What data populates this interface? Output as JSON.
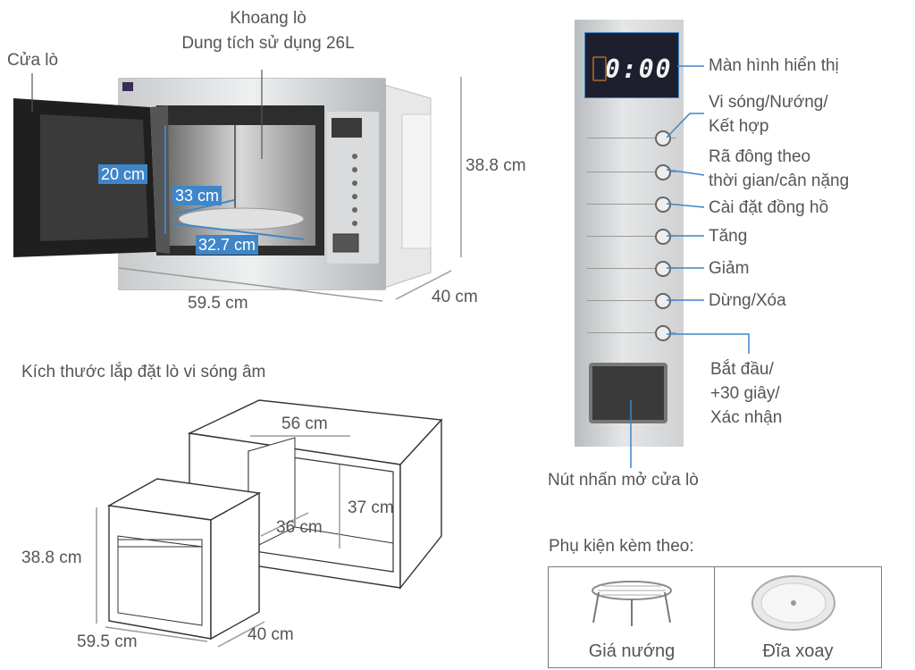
{
  "top": {
    "door_label": "Cửa lò",
    "cavity_title": "Khoang lò",
    "cavity_capacity": "Dung tích sử dụng 26L",
    "dim_height": "38.8 cm",
    "dim_width": "59.5 cm",
    "dim_depth": "40 cm",
    "inner_height": "20 cm",
    "inner_depth": "33 cm",
    "inner_width": "32.7 cm"
  },
  "install": {
    "title": "Kích thước lắp đặt lò vi sóng âm",
    "cab_width": "56 cm",
    "cab_height": "37 cm",
    "cab_depth": "36 cm",
    "oven_height": "38.8 cm",
    "oven_width": "59.5 cm",
    "oven_depth": "40 cm"
  },
  "panel": {
    "display": "0:00",
    "labels": {
      "display": "Màn hình hiển thị",
      "micro_1": "Vi sóng/Nướng/",
      "micro_2": "Kết hợp",
      "defrost_1": "Rã đông theo",
      "defrost_2": "thời gian/cân nặng",
      "clock": "Cài đặt đồng hồ",
      "up": "Tăng",
      "down": "Giảm",
      "stop": "Dừng/Xóa",
      "start_1": "Bắt đầu/",
      "start_2": "+30 giây/",
      "start_3": "Xác nhận",
      "door_button": "Nút nhấn mở cửa lò"
    }
  },
  "accessories": {
    "title": "Phụ kiện kèm theo:",
    "items": [
      {
        "label": "Giá nướng",
        "icon": "grill-rack-icon"
      },
      {
        "label": "Đĩa xoay",
        "icon": "turntable-icon"
      }
    ]
  },
  "colors": {
    "accent": "#3f86c9",
    "text": "#555555",
    "lines": "#9a9a9a"
  }
}
